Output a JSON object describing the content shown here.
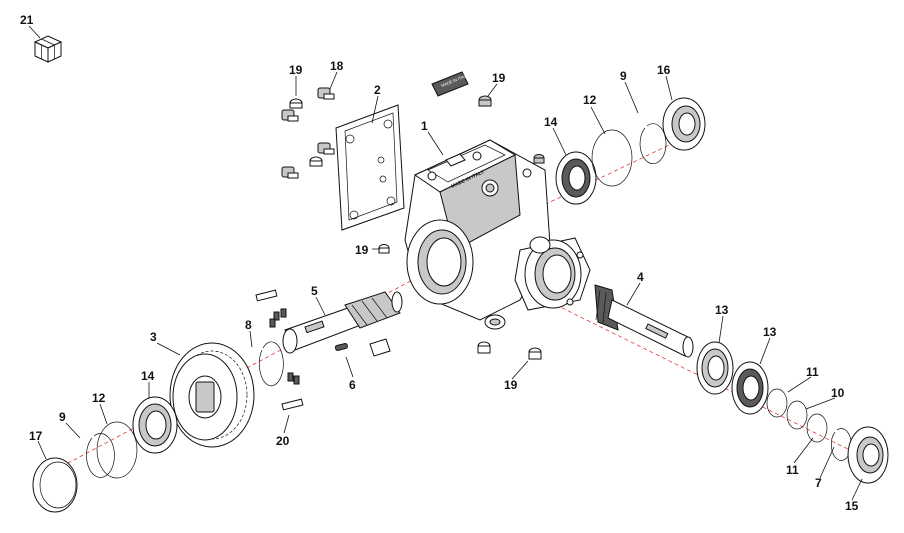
{
  "diagram": {
    "callouts": {
      "c1": "1",
      "c2": "2",
      "c3": "3",
      "c4": "4",
      "c5": "5",
      "c6": "6",
      "c7": "7",
      "c8": "8",
      "c9a": "9",
      "c9b": "9",
      "c10": "10",
      "c11a": "11",
      "c11b": "11",
      "c12a": "12",
      "c12b": "12",
      "c13a": "13",
      "c13b": "13",
      "c14a": "14",
      "c14b": "14",
      "c15": "15",
      "c16": "16",
      "c17": "17",
      "c18": "18",
      "c19a": "19",
      "c19b": "19",
      "c19c": "19",
      "c19d": "19",
      "c20": "20",
      "c21": "21"
    },
    "housing_marking": "MADE IN ITALY",
    "plate_marking": "MADE IN ITALY"
  }
}
